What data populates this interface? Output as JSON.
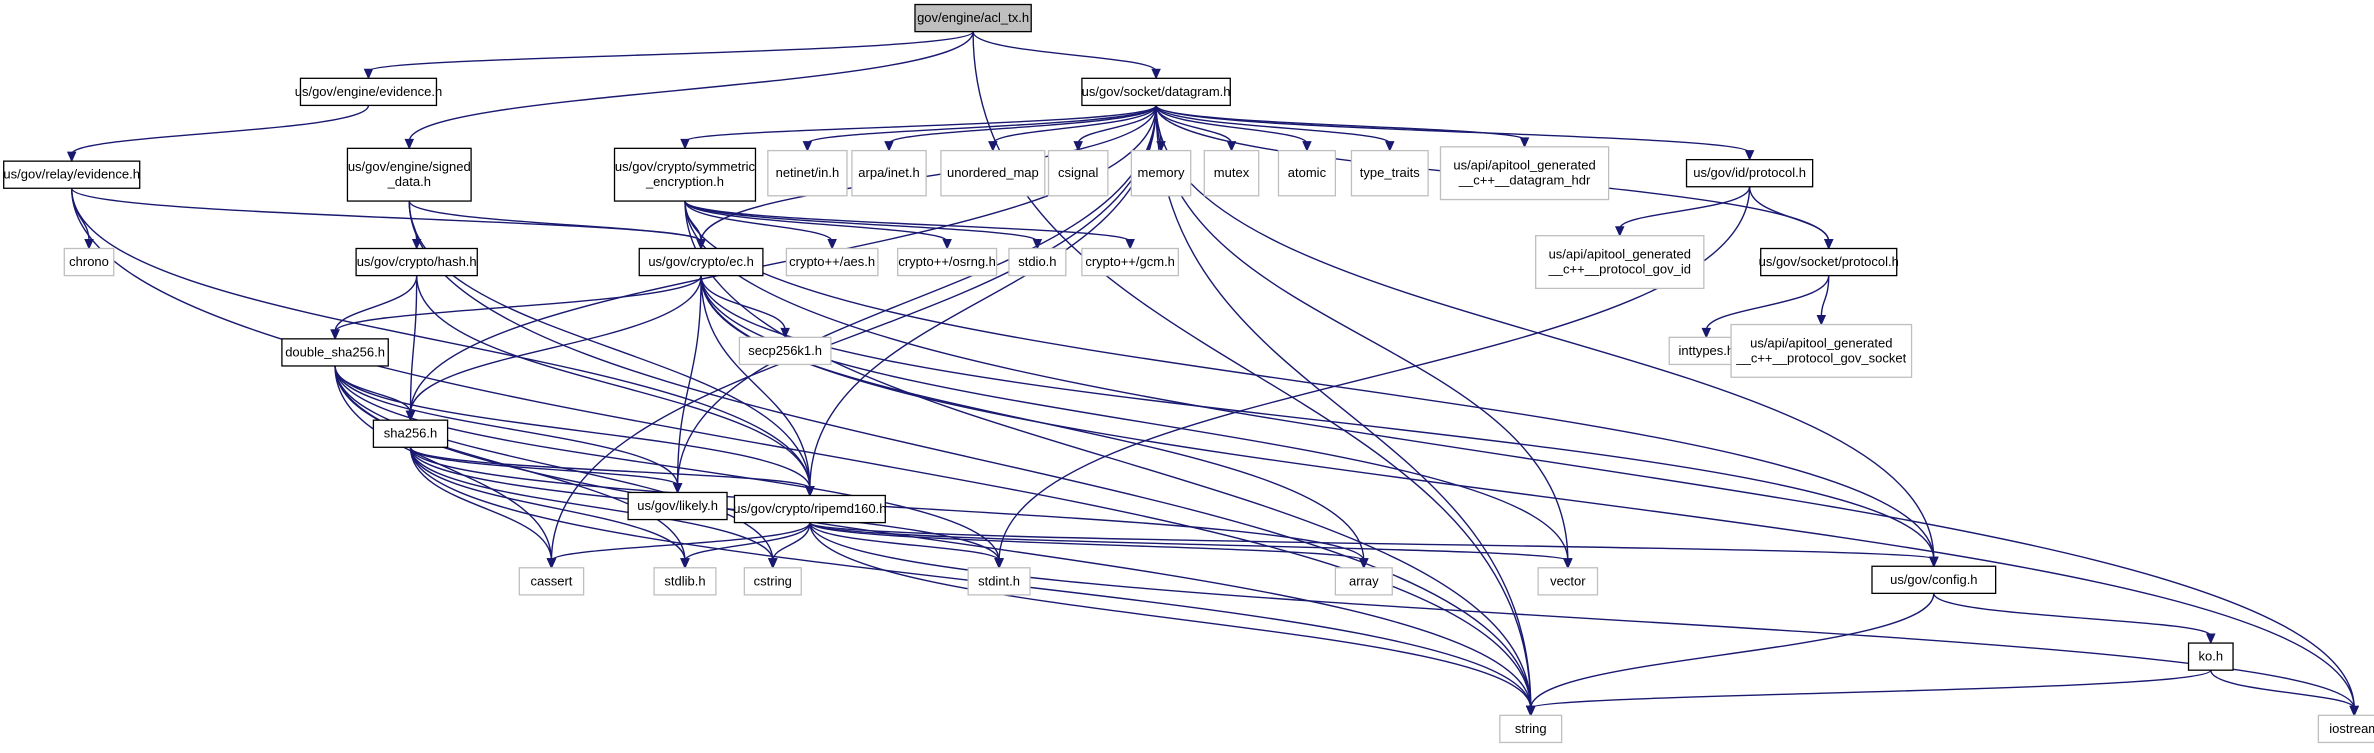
{
  "graph": {
    "title": "gov/engine/acl_tx.h",
    "colors": {
      "edge": "#191970",
      "focus_fill": "#bfbfbf",
      "internal_border": "#000000",
      "external_border": "#bfbfbf",
      "background": "#ffffff"
    },
    "nodes": [
      {
        "id": "acl_tx",
        "label": [
          "gov/engine/acl_tx.h"
        ],
        "kind": "focus"
      },
      {
        "id": "engine_evidence",
        "label": [
          "us/gov/engine/evidence.h"
        ],
        "kind": "internal"
      },
      {
        "id": "datagram",
        "label": [
          "us/gov/socket/datagram.h"
        ],
        "kind": "internal"
      },
      {
        "id": "relay_evidence",
        "label": [
          "us/gov/relay/evidence.h"
        ],
        "kind": "internal"
      },
      {
        "id": "signed_data",
        "label": [
          "us/gov/engine/signed",
          "_data.h"
        ],
        "kind": "internal"
      },
      {
        "id": "sym_enc",
        "label": [
          "us/gov/crypto/symmetric",
          "_encryption.h"
        ],
        "kind": "internal"
      },
      {
        "id": "netinet",
        "label": [
          "netinet/in.h"
        ],
        "kind": "external"
      },
      {
        "id": "arpa",
        "label": [
          "arpa/inet.h"
        ],
        "kind": "external"
      },
      {
        "id": "unordered_map",
        "label": [
          "unordered_map"
        ],
        "kind": "external"
      },
      {
        "id": "csignal",
        "label": [
          "csignal"
        ],
        "kind": "external"
      },
      {
        "id": "memory",
        "label": [
          "memory"
        ],
        "kind": "external"
      },
      {
        "id": "mutex",
        "label": [
          "mutex"
        ],
        "kind": "external"
      },
      {
        "id": "atomic",
        "label": [
          "atomic"
        ],
        "kind": "external"
      },
      {
        "id": "type_traits",
        "label": [
          "type_traits"
        ],
        "kind": "external"
      },
      {
        "id": "api_datagram",
        "label": [
          "us/api/apitool_generated",
          "__c++__datagram_hdr"
        ],
        "kind": "external"
      },
      {
        "id": "id_protocol",
        "label": [
          "us/gov/id/protocol.h"
        ],
        "kind": "internal"
      },
      {
        "id": "chrono",
        "label": [
          "chrono"
        ],
        "kind": "external"
      },
      {
        "id": "ec",
        "label": [
          "us/gov/crypto/ec.h"
        ],
        "kind": "internal"
      },
      {
        "id": "hash",
        "label": [
          "us/gov/crypto/hash.h"
        ],
        "kind": "internal"
      },
      {
        "id": "aes",
        "label": [
          "crypto++/aes.h"
        ],
        "kind": "external"
      },
      {
        "id": "osrng",
        "label": [
          "crypto++/osrng.h"
        ],
        "kind": "external"
      },
      {
        "id": "stdio",
        "label": [
          "stdio.h"
        ],
        "kind": "external"
      },
      {
        "id": "gcm",
        "label": [
          "crypto++/gcm.h"
        ],
        "kind": "external"
      },
      {
        "id": "api_protocol_id",
        "label": [
          "us/api/apitool_generated",
          "__c++__protocol_gov_id"
        ],
        "kind": "external"
      },
      {
        "id": "socket_protocol",
        "label": [
          "us/gov/socket/protocol.h"
        ],
        "kind": "internal"
      },
      {
        "id": "double_sha256",
        "label": [
          "double_sha256.h"
        ],
        "kind": "internal"
      },
      {
        "id": "secp256k1",
        "label": [
          "secp256k1.h"
        ],
        "kind": "external"
      },
      {
        "id": "inttypes",
        "label": [
          "inttypes.h"
        ],
        "kind": "external"
      },
      {
        "id": "api_protocol_socket",
        "label": [
          "us/api/apitool_generated",
          "__c++__protocol_gov_socket"
        ],
        "kind": "external"
      },
      {
        "id": "sha256",
        "label": [
          "sha256.h"
        ],
        "kind": "internal"
      },
      {
        "id": "likely",
        "label": [
          "us/gov/likely.h"
        ],
        "kind": "internal"
      },
      {
        "id": "ripemd160",
        "label": [
          "us/gov/crypto/ripemd160.h"
        ],
        "kind": "internal"
      },
      {
        "id": "cassert",
        "label": [
          "cassert"
        ],
        "kind": "external"
      },
      {
        "id": "stdlib",
        "label": [
          "stdlib.h"
        ],
        "kind": "external"
      },
      {
        "id": "cstring",
        "label": [
          "cstring"
        ],
        "kind": "external"
      },
      {
        "id": "stdint",
        "label": [
          "stdint.h"
        ],
        "kind": "external"
      },
      {
        "id": "array",
        "label": [
          "array"
        ],
        "kind": "external"
      },
      {
        "id": "vector",
        "label": [
          "vector"
        ],
        "kind": "external"
      },
      {
        "id": "config",
        "label": [
          "us/gov/config.h"
        ],
        "kind": "internal"
      },
      {
        "id": "ko",
        "label": [
          "ko.h"
        ],
        "kind": "internal"
      },
      {
        "id": "string",
        "label": [
          "string"
        ],
        "kind": "external"
      },
      {
        "id": "iostream",
        "label": [
          "iostream"
        ],
        "kind": "external"
      }
    ],
    "edges": [
      [
        "acl_tx",
        "engine_evidence"
      ],
      [
        "acl_tx",
        "datagram"
      ],
      [
        "acl_tx",
        "signed_data"
      ],
      [
        "acl_tx",
        "string"
      ],
      [
        "engine_evidence",
        "relay_evidence"
      ],
      [
        "relay_evidence",
        "chrono"
      ],
      [
        "relay_evidence",
        "ec"
      ],
      [
        "relay_evidence",
        "ripemd160"
      ],
      [
        "relay_evidence",
        "string"
      ],
      [
        "signed_data",
        "ec"
      ],
      [
        "signed_data",
        "hash"
      ],
      [
        "signed_data",
        "ripemd160"
      ],
      [
        "signed_data",
        "string"
      ],
      [
        "datagram",
        "cassert"
      ],
      [
        "datagram",
        "sha256"
      ],
      [
        "datagram",
        "likely"
      ],
      [
        "datagram",
        "ec"
      ],
      [
        "datagram",
        "sym_enc"
      ],
      [
        "datagram",
        "netinet"
      ],
      [
        "datagram",
        "arpa"
      ],
      [
        "datagram",
        "unordered_map"
      ],
      [
        "datagram",
        "csignal"
      ],
      [
        "datagram",
        "memory"
      ],
      [
        "datagram",
        "mutex"
      ],
      [
        "datagram",
        "atomic"
      ],
      [
        "datagram",
        "type_traits"
      ],
      [
        "datagram",
        "api_datagram"
      ],
      [
        "datagram",
        "id_protocol"
      ],
      [
        "datagram",
        "socket_protocol"
      ],
      [
        "datagram",
        "ripemd160"
      ],
      [
        "datagram",
        "vector"
      ],
      [
        "datagram",
        "config"
      ],
      [
        "datagram",
        "string"
      ],
      [
        "sym_enc",
        "ec"
      ],
      [
        "sym_enc",
        "aes"
      ],
      [
        "sym_enc",
        "osrng"
      ],
      [
        "sym_enc",
        "stdio"
      ],
      [
        "sym_enc",
        "gcm"
      ],
      [
        "sym_enc",
        "config"
      ],
      [
        "sym_enc",
        "string"
      ],
      [
        "sym_enc",
        "iostream"
      ],
      [
        "id_protocol",
        "api_protocol_id"
      ],
      [
        "id_protocol",
        "socket_protocol"
      ],
      [
        "id_protocol",
        "stdint"
      ],
      [
        "socket_protocol",
        "inttypes"
      ],
      [
        "socket_protocol",
        "api_protocol_socket"
      ],
      [
        "ec",
        "double_sha256"
      ],
      [
        "ec",
        "secp256k1"
      ],
      [
        "ec",
        "sha256"
      ],
      [
        "ec",
        "likely"
      ],
      [
        "ec",
        "ripemd160"
      ],
      [
        "ec",
        "array"
      ],
      [
        "ec",
        "vector"
      ],
      [
        "ec",
        "config"
      ],
      [
        "ec",
        "iostream"
      ],
      [
        "hash",
        "double_sha256"
      ],
      [
        "hash",
        "sha256"
      ],
      [
        "hash",
        "ripemd160"
      ],
      [
        "double_sha256",
        "sha256"
      ],
      [
        "double_sha256",
        "likely"
      ],
      [
        "double_sha256",
        "ripemd160"
      ],
      [
        "double_sha256",
        "cassert"
      ],
      [
        "double_sha256",
        "stdlib"
      ],
      [
        "double_sha256",
        "cstring"
      ],
      [
        "double_sha256",
        "stdint"
      ],
      [
        "double_sha256",
        "string"
      ],
      [
        "sha256",
        "likely"
      ],
      [
        "sha256",
        "ripemd160"
      ],
      [
        "sha256",
        "cassert"
      ],
      [
        "sha256",
        "stdlib"
      ],
      [
        "sha256",
        "cstring"
      ],
      [
        "sha256",
        "stdint"
      ],
      [
        "sha256",
        "array"
      ],
      [
        "sha256",
        "string"
      ],
      [
        "ripemd160",
        "cassert"
      ],
      [
        "ripemd160",
        "stdlib"
      ],
      [
        "ripemd160",
        "cstring"
      ],
      [
        "ripemd160",
        "stdint"
      ],
      [
        "ripemd160",
        "array"
      ],
      [
        "ripemd160",
        "vector"
      ],
      [
        "ripemd160",
        "config"
      ],
      [
        "ripemd160",
        "string"
      ],
      [
        "ripemd160",
        "iostream"
      ],
      [
        "config",
        "ko"
      ],
      [
        "config",
        "string"
      ],
      [
        "ko",
        "string"
      ],
      [
        "ko",
        "iostream"
      ]
    ]
  }
}
